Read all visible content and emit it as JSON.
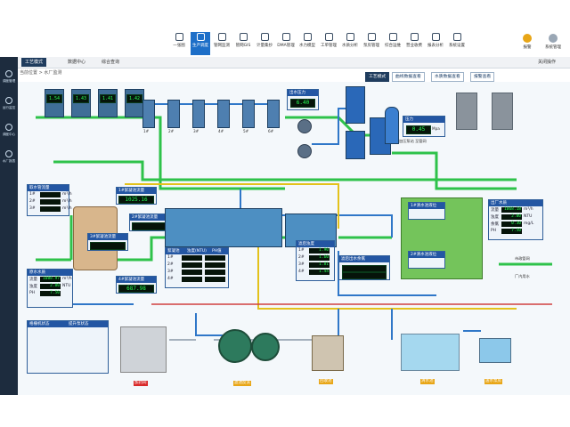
{
  "nav": {
    "items": [
      {
        "label": "一张图",
        "icon": "map-icon"
      },
      {
        "label": "生产调度",
        "icon": "dispatch-icon",
        "active": true
      },
      {
        "label": "管网监测",
        "icon": "monitor-icon"
      },
      {
        "label": "管网GIS",
        "icon": "gis-icon"
      },
      {
        "label": "计量集抄",
        "icon": "meter-icon"
      },
      {
        "label": "DMA管理",
        "icon": "dma-icon"
      },
      {
        "label": "水力模型",
        "icon": "model-icon"
      },
      {
        "label": "工单管理",
        "icon": "workorder-icon"
      },
      {
        "label": "水质分析",
        "icon": "analysis-icon"
      },
      {
        "label": "泵房管理",
        "icon": "pump-icon"
      },
      {
        "label": "综合运维",
        "icon": "ops-icon"
      },
      {
        "label": "营业收费",
        "icon": "billing-icon"
      },
      {
        "label": "报表分析",
        "icon": "report-icon"
      },
      {
        "label": "系统设置",
        "icon": "settings-icon"
      }
    ],
    "alarm_label": "报警",
    "user_label": "系统管理"
  },
  "sidebar": {
    "items": [
      {
        "label": "调度管理",
        "icon": "dispatch-icon"
      },
      {
        "label": "运行监控",
        "icon": "eye-icon"
      },
      {
        "label": "调度中心",
        "icon": "center-icon"
      },
      {
        "label": "水厂报表",
        "icon": "report-icon"
      }
    ]
  },
  "tabs": {
    "items": [
      "工艺模式",
      "数据中心",
      "综合查询"
    ],
    "right_action": "关闭操作"
  },
  "breadcrumb": "当前位置 > 水厂监测",
  "process_tabs": [
    "工艺模式",
    "曲线数据查看",
    "水质数据查看",
    "报警查看"
  ],
  "canvas": {
    "source_pumps": [
      {
        "value": "1.54"
      },
      {
        "value": "1.43"
      },
      {
        "value": "1.41"
      },
      {
        "value": "1.42"
      }
    ],
    "top_valves": [
      "1#",
      "2#",
      "3#",
      "4#",
      "5#",
      "6#"
    ],
    "top_readout": {
      "label": "出水压力",
      "value": "6.40"
    },
    "pressure_box": {
      "label": "压力",
      "value": "0.45",
      "unit": "Mpa"
    },
    "pipe_note": "加压泵站 至管网",
    "left_panel_1": {
      "title": "取水管流量",
      "rows": [
        {
          "label": "1#",
          "value": "",
          "unit": "m³/h"
        },
        {
          "label": "2#",
          "value": "",
          "unit": "m³/h"
        },
        {
          "label": "3#",
          "value": "",
          "unit": "m³/h"
        }
      ]
    },
    "left_panel_2": {
      "title": "原水水质",
      "rows": [
        {
          "label": "流量",
          "value": "1088.97",
          "unit": "m³/h"
        },
        {
          "label": "浊度",
          "value": "2.00",
          "unit": "NTU"
        },
        {
          "label": "PH",
          "value": "7.50",
          "unit": ""
        }
      ]
    },
    "flow_box_1": {
      "label": "1#絮凝池流量",
      "value": "1025.16"
    },
    "flow_box_2": {
      "label": "2#絮凝池流量",
      "value": ""
    },
    "flow_box_3": {
      "label": "3#絮凝池流量",
      "value": ""
    },
    "flow_box_4": {
      "label": "4#絮凝池流量",
      "value": "687.98"
    },
    "sed_panel": {
      "headers": [
        "絮凝池",
        "浊度(NTU)",
        "PH值"
      ],
      "rows": [
        {
          "label": "1#",
          "v1": "",
          "v2": ""
        },
        {
          "label": "2#",
          "v1": "",
          "v2": ""
        },
        {
          "label": "3#",
          "v1": "",
          "v2": ""
        },
        {
          "label": "4#",
          "v1": "",
          "v2": ""
        }
      ]
    },
    "filter_panel": {
      "title": "滤后浊度",
      "rows": [
        {
          "label": "1#",
          "value": "1.90"
        },
        {
          "label": "2#",
          "value": "1.60"
        },
        {
          "label": "3#",
          "value": "1.81"
        },
        {
          "label": "4#",
          "value": "1.44"
        }
      ]
    },
    "filter_out": {
      "label": "滤后出水余氯",
      "v1": "",
      "v2": ""
    },
    "pump_panel_1": {
      "label": "1#清水池液位"
    },
    "pump_panel_2": {
      "label": "2#清水池液位"
    },
    "outlet_panel": {
      "title": "出厂水质",
      "rows": [
        {
          "label": "流量",
          "value": "1068.18",
          "unit": "m³/h"
        },
        {
          "label": "浊度",
          "value": "2.00",
          "unit": "NTU"
        },
        {
          "label": "余氯",
          "value": "0.30",
          "unit": "mg/L"
        },
        {
          "label": "PH",
          "value": "7.50",
          "unit": ""
        }
      ]
    },
    "outlet_labels": [
      "市政管网",
      "厂内用水"
    ],
    "bottom_left_panel_1": {
      "title": "格栅机状态",
      "title2": "提升泵状态"
    },
    "bottom_labels": [
      "加药间",
      "滤池反洗",
      "回收池",
      "清水池",
      "送水泵房"
    ]
  }
}
